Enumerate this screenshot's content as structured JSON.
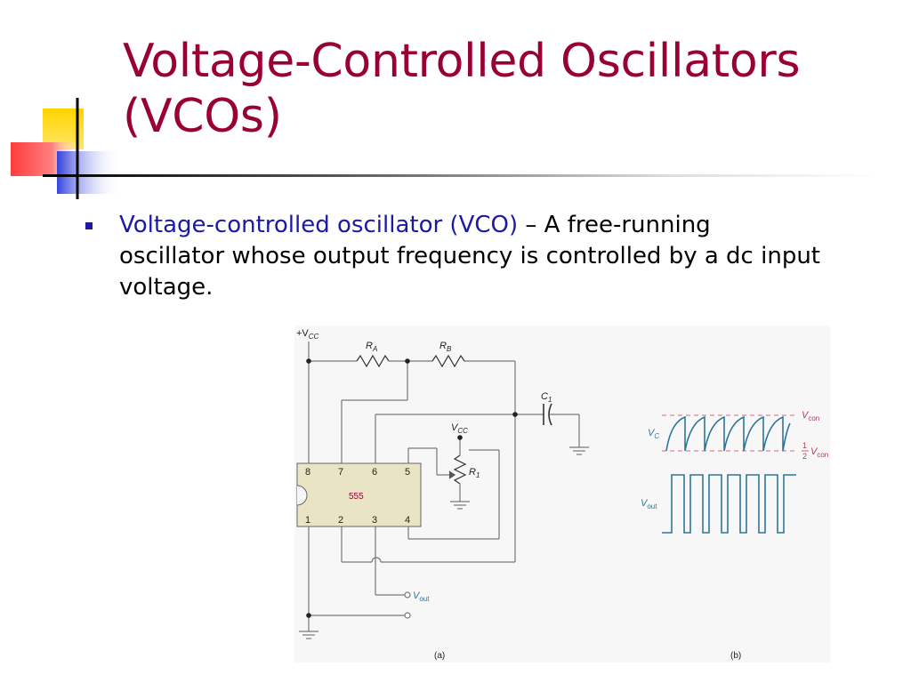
{
  "slide": {
    "title_line1": "Voltage-Controlled Oscillators",
    "title_line2": "(VCOs)",
    "title_color": "#990033",
    "accent_color": "#1a1aa6"
  },
  "bullet": {
    "term": "Voltage-controlled oscillator (VCO)",
    "definition": " – A free-running oscillator whose output frequency is controlled by a dc input voltage."
  },
  "figure": {
    "background": "#f7f7f7",
    "circuit": {
      "vcc_top": "+V",
      "vcc_top_sub": "CC",
      "ra": "R",
      "ra_sub": "A",
      "rb": "R",
      "rb_sub": "B",
      "c1": "C",
      "c1_sub": "1",
      "vcc_pot": "V",
      "vcc_pot_sub": "CC",
      "r1": "R",
      "r1_sub": "1",
      "ic_label": "555",
      "pins": [
        "8",
        "7",
        "6",
        "5",
        "1",
        "2",
        "3",
        "4"
      ],
      "vout": "V",
      "vout_sub": "out",
      "caption": "(a)"
    },
    "waveform": {
      "vcon": "V",
      "vcon_sub": "con",
      "half_num": "1",
      "half_den": "2",
      "half_v": "V",
      "half_v_sub": "con",
      "vc": "V",
      "vc_sub": "C",
      "vout": "V",
      "vout_sub": "out",
      "caption": "(b)",
      "dashed_color": "#e06070",
      "wave_color": "#2e7696"
    }
  }
}
